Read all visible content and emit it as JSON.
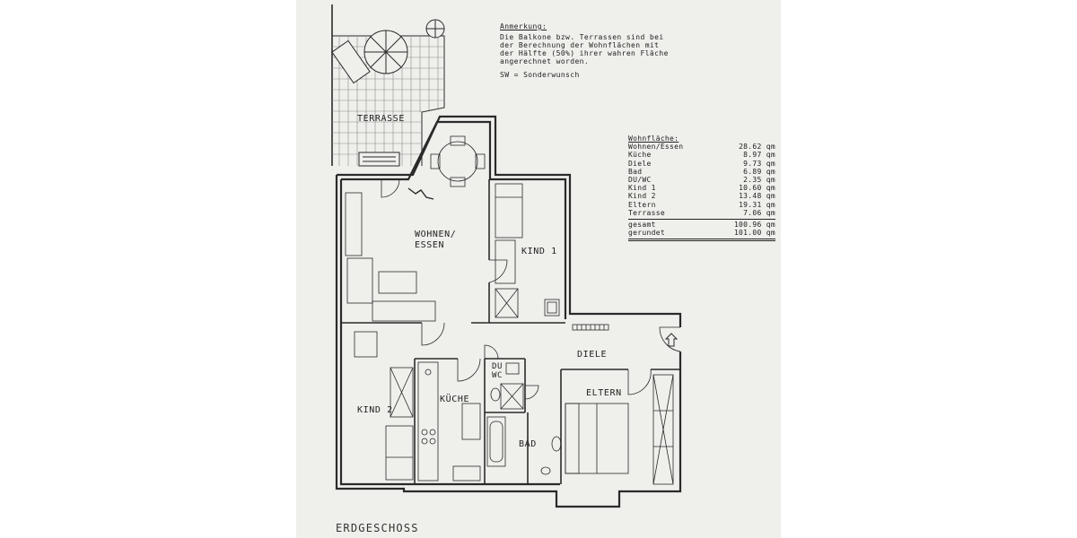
{
  "note": {
    "heading": "Anmerkung:",
    "lines": [
      "Die Balkone bzw. Terrassen sind bei",
      "der Berechnung der Wohnflächen mit",
      "der Hälfte (50%) ihrer wahren Fläche",
      "angerechnet worden."
    ],
    "sw": "SW = Sonderwunsch"
  },
  "areas": {
    "heading": "Wohnfläche:",
    "rows": [
      {
        "room": "Wohnen/Essen",
        "value": "28.62 qm"
      },
      {
        "room": "Küche",
        "value": "8.97 qm"
      },
      {
        "room": "Diele",
        "value": "9.73 qm"
      },
      {
        "room": "Bad",
        "value": "6.89 qm"
      },
      {
        "room": "DU/WC",
        "value": "2.35 qm"
      },
      {
        "room": "Kind 1",
        "value": "10.60 qm"
      },
      {
        "room": "Kind 2",
        "value": "13.48 qm"
      },
      {
        "room": "Eltern",
        "value": "19.31 qm"
      },
      {
        "room": "Terrasse",
        "value": "7.06 qm"
      }
    ],
    "total_label": "gesamt",
    "total_value": "100.96 qm",
    "rounded_label": "gerundet",
    "rounded_value": "101.00 qm"
  },
  "rooms": {
    "terrasse": "TERRASSE",
    "wohnen_line1": "WOHNEN/",
    "wohnen_line2": "ESSEN",
    "kind1": "KIND 1",
    "diele": "DIELE",
    "duwc_line1": "DU",
    "duwc_line2": "WC",
    "kind2": "KIND 2",
    "kueche": "KÜCHE",
    "eltern": "ELTERN",
    "bad": "BAD"
  },
  "footer": "ERDGESCHOSS"
}
